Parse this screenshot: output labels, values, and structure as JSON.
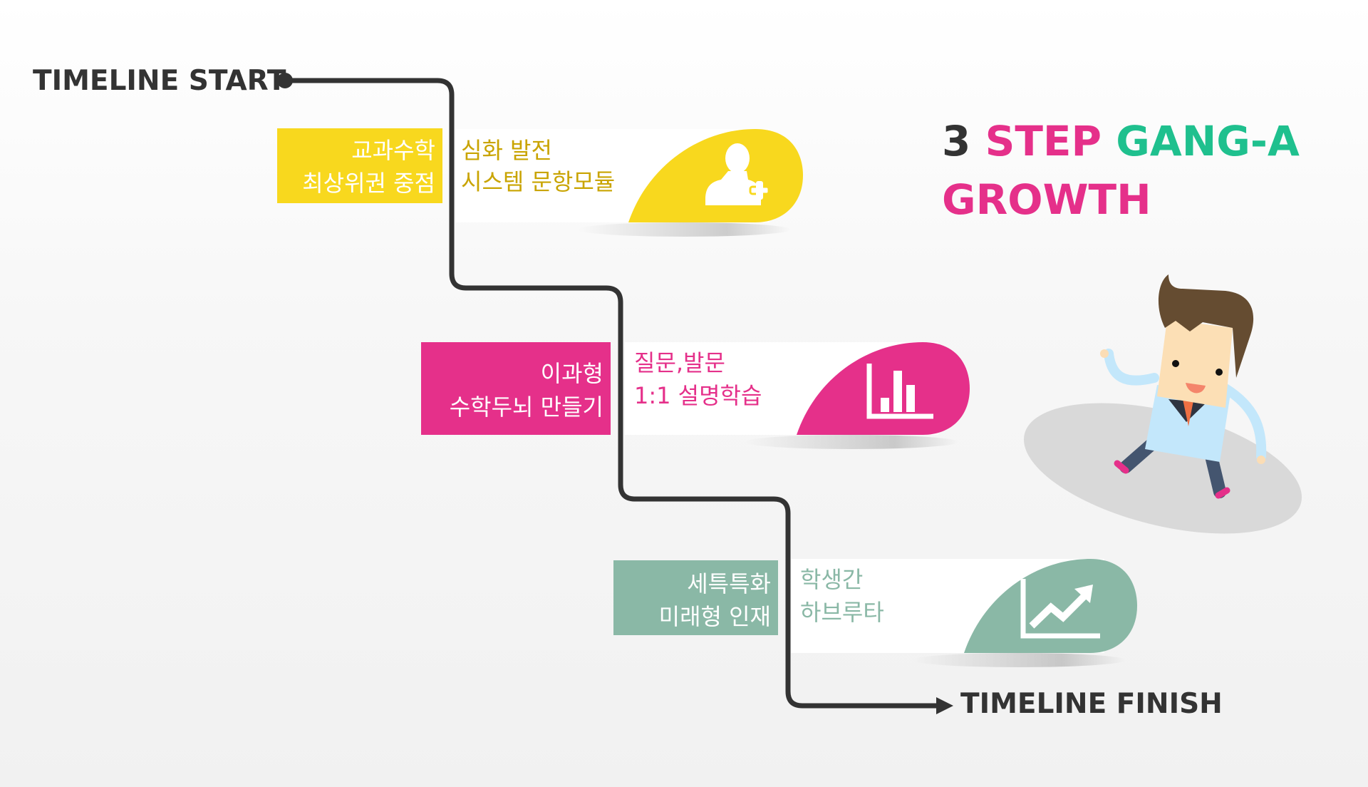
{
  "timeline": {
    "start_label": "TIMELINE START",
    "finish_label": "TIMELINE FINISH",
    "line_color": "#333333"
  },
  "title": {
    "number": "3",
    "step": "STEP",
    "gang": "GANG-A",
    "growth": "GROWTH",
    "colors": {
      "number": "#333333",
      "step": "#e5308a",
      "gang": "#1fc08e",
      "growth": "#e5308a"
    }
  },
  "steps": [
    {
      "box_lines": [
        "교과수학",
        "최상위권 중점"
      ],
      "desc_lines": [
        "심화 발전",
        "시스템 문항모듈"
      ],
      "icon": "user-plus-icon",
      "color": "#f8d81e",
      "text_color": "#c9a400"
    },
    {
      "box_lines": [
        "이과형",
        "수학두뇌 만들기"
      ],
      "desc_lines": [
        "질문,발문",
        "1:1 설명학습"
      ],
      "icon": "bar-chart-icon",
      "color": "#e5308a",
      "text_color": "#e5308a"
    },
    {
      "box_lines": [
        "세특특화",
        "미래형 인재"
      ],
      "desc_lines": [
        "학생간",
        "하브루타"
      ],
      "icon": "trend-up-icon",
      "color": "#8ab8a6",
      "text_color": "#8ab8a6"
    }
  ]
}
